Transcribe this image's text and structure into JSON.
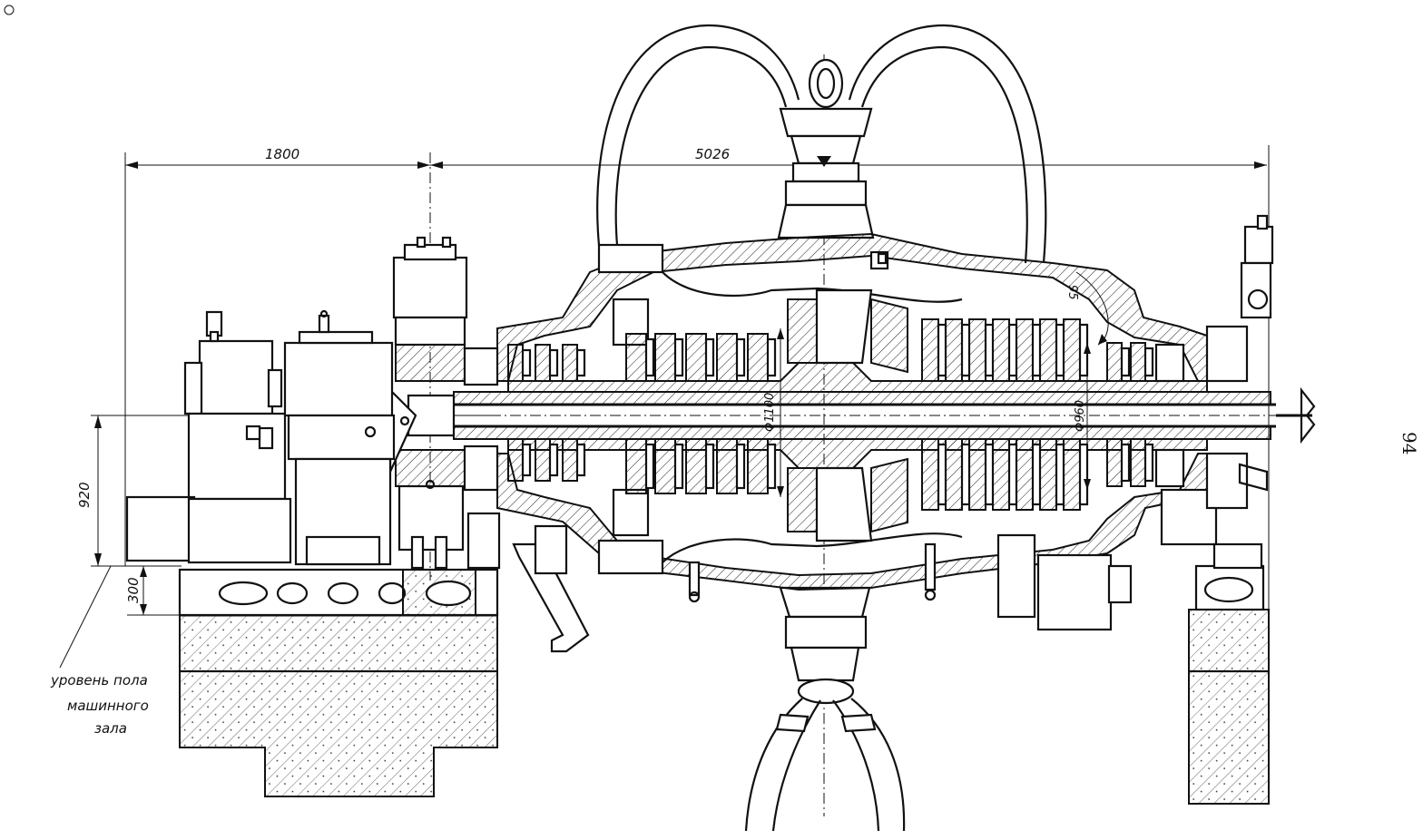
{
  "drawing": {
    "dimensions": {
      "d1800": "1800",
      "d5026": "5026",
      "d920": "920",
      "d300": "300",
      "d95": "95",
      "phi1100": "Φ1100",
      "phi960": "Φ960"
    },
    "floor_note": {
      "line1": "уровень пола",
      "line2": "машинного",
      "line3": "зала"
    },
    "page_number": "94"
  }
}
